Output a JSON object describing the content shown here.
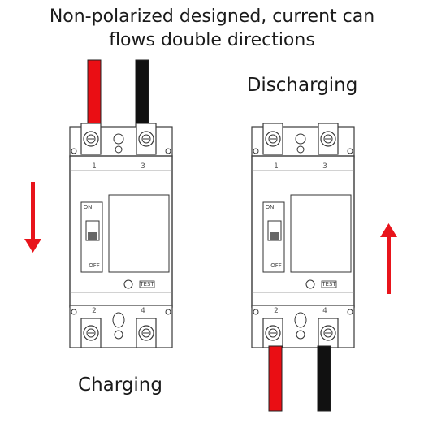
{
  "headline": {
    "line1": "Non-polarized designed, current can",
    "line2": "flows double directions"
  },
  "labels": {
    "discharging": "Discharging",
    "charging": "Charging"
  },
  "breaker": {
    "on": "ON",
    "off": "OFF",
    "test": "TEST",
    "top_terminals": [
      "1",
      "3"
    ],
    "bottom_terminals": [
      "2",
      "4"
    ]
  },
  "colors": {
    "arrow": "#e8141b",
    "positive_wire": "#ea0e14",
    "negative_wire": "#111111",
    "outline": "#3a3a3a"
  }
}
